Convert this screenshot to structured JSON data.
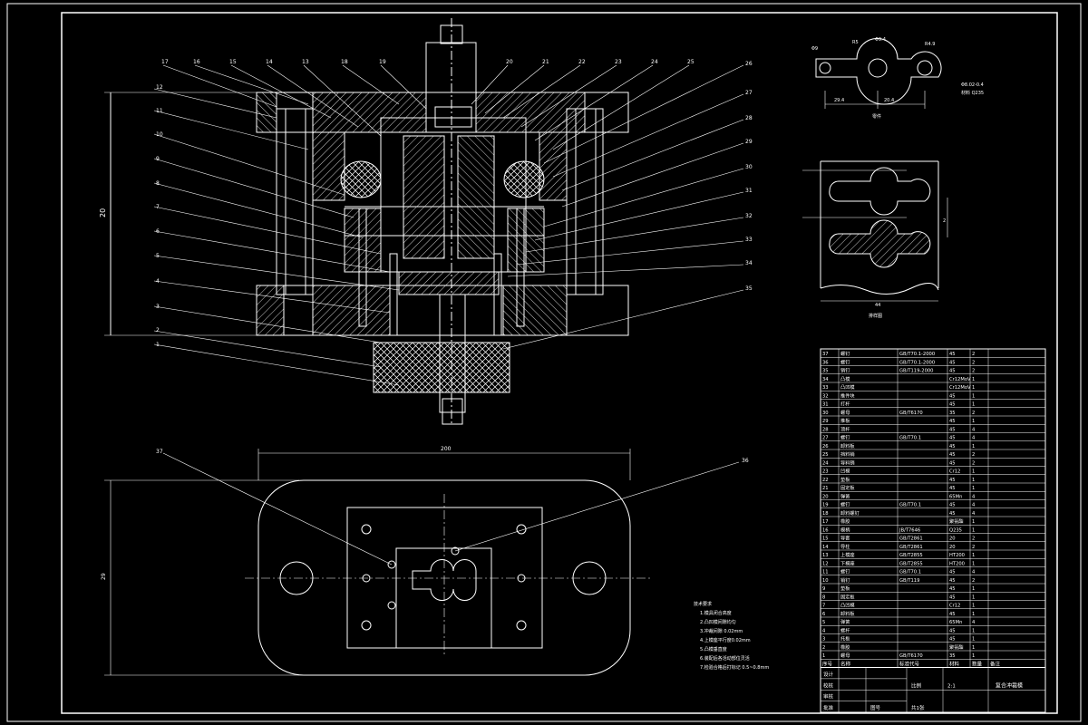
{
  "drawing": {
    "line_color": "#ffffff",
    "accent_color": "#ffffff",
    "hatch_color": "#ffffff",
    "background": "#000000"
  },
  "views": {
    "main_section": {
      "name": "section-view"
    },
    "plan": {
      "name": "plan-view"
    },
    "part_detail": {
      "name": "part-detail-view"
    },
    "strip_layout": {
      "name": "strip-layout-view"
    }
  },
  "dimensions": {
    "main_height": "20",
    "plan_width": "200",
    "plan_height": "29",
    "strip_width": "44",
    "strip_height": "2"
  },
  "callouts": {
    "left_numbers": [
      "12",
      "11",
      "10",
      "9",
      "8",
      "7",
      "6",
      "5",
      "4",
      "3",
      "2",
      "1"
    ],
    "top_numbers": [
      "17",
      "16",
      "15",
      "14",
      "13",
      "18",
      "19",
      "20",
      "21",
      "22",
      "23",
      "24",
      "25"
    ],
    "right_numbers": [
      "26",
      "27",
      "28",
      "29",
      "30",
      "31",
      "32",
      "33",
      "34",
      "35"
    ],
    "plan_left": "37",
    "plan_right": "36"
  },
  "part_detail": {
    "dims": [
      "Φ9",
      "R5",
      "Φ9.4",
      "R4.9"
    ],
    "notes": [
      "Φ8.02-0.4",
      "材料 Q235"
    ],
    "bottom_dims": [
      "29.4",
      "20.4"
    ],
    "caption": "零件"
  },
  "strip": {
    "caption": "排样图"
  },
  "tech_notes": {
    "title": "技术要求",
    "lines": [
      "1.模具闭合高度",
      "2.凸凹模间隙均匀",
      "3.冲裁间隙 0.02mm",
      "4.上模座平行度0.02mm",
      "5.凸模垂直度",
      "6.装配后各活动部位灵活",
      "7.检验合格后打标记 0.5~0.8mm"
    ]
  },
  "bom": {
    "rows": [
      [
        "37",
        "螺钉",
        "GB/T70.1-2000",
        "45",
        "2",
        "",
        ""
      ],
      [
        "36",
        "螺钉",
        "GB/T70.1-2000",
        "45",
        "2",
        "",
        ""
      ],
      [
        "35",
        "销钉",
        "GB/T119-2000",
        "45",
        "2",
        "",
        ""
      ],
      [
        "34",
        "凸模",
        "",
        "Cr12MoV",
        "1",
        "",
        ""
      ],
      [
        "33",
        "凸凹模",
        "",
        "Cr12MoV",
        "1",
        "",
        ""
      ],
      [
        "32",
        "推件块",
        "",
        "45",
        "1",
        "",
        ""
      ],
      [
        "31",
        "打杆",
        "",
        "45",
        "1",
        "",
        ""
      ],
      [
        "30",
        "螺母",
        "GB/T6170",
        "35",
        "2",
        "",
        ""
      ],
      [
        "29",
        "推板",
        "",
        "45",
        "1",
        "",
        ""
      ],
      [
        "28",
        "顶杆",
        "",
        "45",
        "4",
        "",
        ""
      ],
      [
        "27",
        "螺钉",
        "GB/T70.1",
        "45",
        "4",
        "",
        ""
      ],
      [
        "26",
        "卸料板",
        "",
        "45",
        "1",
        "",
        ""
      ],
      [
        "25",
        "挡料销",
        "",
        "45",
        "2",
        "",
        ""
      ],
      [
        "24",
        "导料销",
        "",
        "45",
        "2",
        "",
        ""
      ],
      [
        "23",
        "凹模",
        "",
        "Cr12",
        "1",
        "",
        ""
      ],
      [
        "22",
        "垫板",
        "",
        "45",
        "1",
        "",
        ""
      ],
      [
        "21",
        "固定板",
        "",
        "45",
        "1",
        "",
        ""
      ],
      [
        "20",
        "弹簧",
        "",
        "65Mn",
        "4",
        "",
        ""
      ],
      [
        "19",
        "螺钉",
        "GB/T70.1",
        "45",
        "4",
        "",
        ""
      ],
      [
        "18",
        "卸料螺钉",
        "",
        "45",
        "4",
        "",
        ""
      ],
      [
        "17",
        "橡胶",
        "",
        "聚氨酯",
        "1",
        "",
        ""
      ],
      [
        "16",
        "模柄",
        "JB/T7646",
        "Q235",
        "1",
        "",
        ""
      ],
      [
        "15",
        "导套",
        "GB/T2861",
        "20",
        "2",
        "",
        ""
      ],
      [
        "14",
        "导柱",
        "GB/T2861",
        "20",
        "2",
        "",
        ""
      ],
      [
        "13",
        "上模座",
        "GB/T2855",
        "HT200",
        "1",
        "",
        ""
      ],
      [
        "12",
        "下模座",
        "GB/T2855",
        "HT200",
        "1",
        "",
        ""
      ],
      [
        "11",
        "螺钉",
        "GB/T70.1",
        "45",
        "4",
        "",
        ""
      ],
      [
        "10",
        "销钉",
        "GB/T119",
        "45",
        "2",
        "",
        ""
      ],
      [
        "9",
        "垫板",
        "",
        "45",
        "1",
        "",
        ""
      ],
      [
        "8",
        "固定板",
        "",
        "45",
        "1",
        "",
        ""
      ],
      [
        "7",
        "凸凹模",
        "",
        "Cr12",
        "1",
        "",
        ""
      ],
      [
        "6",
        "卸料板",
        "",
        "45",
        "1",
        "",
        ""
      ],
      [
        "5",
        "弹簧",
        "",
        "65Mn",
        "4",
        "",
        ""
      ],
      [
        "4",
        "螺杆",
        "",
        "45",
        "1",
        "",
        ""
      ],
      [
        "3",
        "托板",
        "",
        "45",
        "1",
        "",
        ""
      ],
      [
        "2",
        "橡胶",
        "",
        "聚氨酯",
        "1",
        "",
        ""
      ],
      [
        "1",
        "螺母",
        "GB/T6170",
        "35",
        "1",
        "",
        ""
      ]
    ],
    "header": [
      "序号",
      "名称",
      "标准代号",
      "材料",
      "数量",
      "备注"
    ],
    "title_block": {
      "rows": [
        "设计",
        "校核",
        "审核",
        "批准"
      ],
      "scale_label": "比例",
      "scale_value": "2:1",
      "drawing_title": "复合冲裁模",
      "sheet": "共1张",
      "extra": "图号"
    }
  }
}
